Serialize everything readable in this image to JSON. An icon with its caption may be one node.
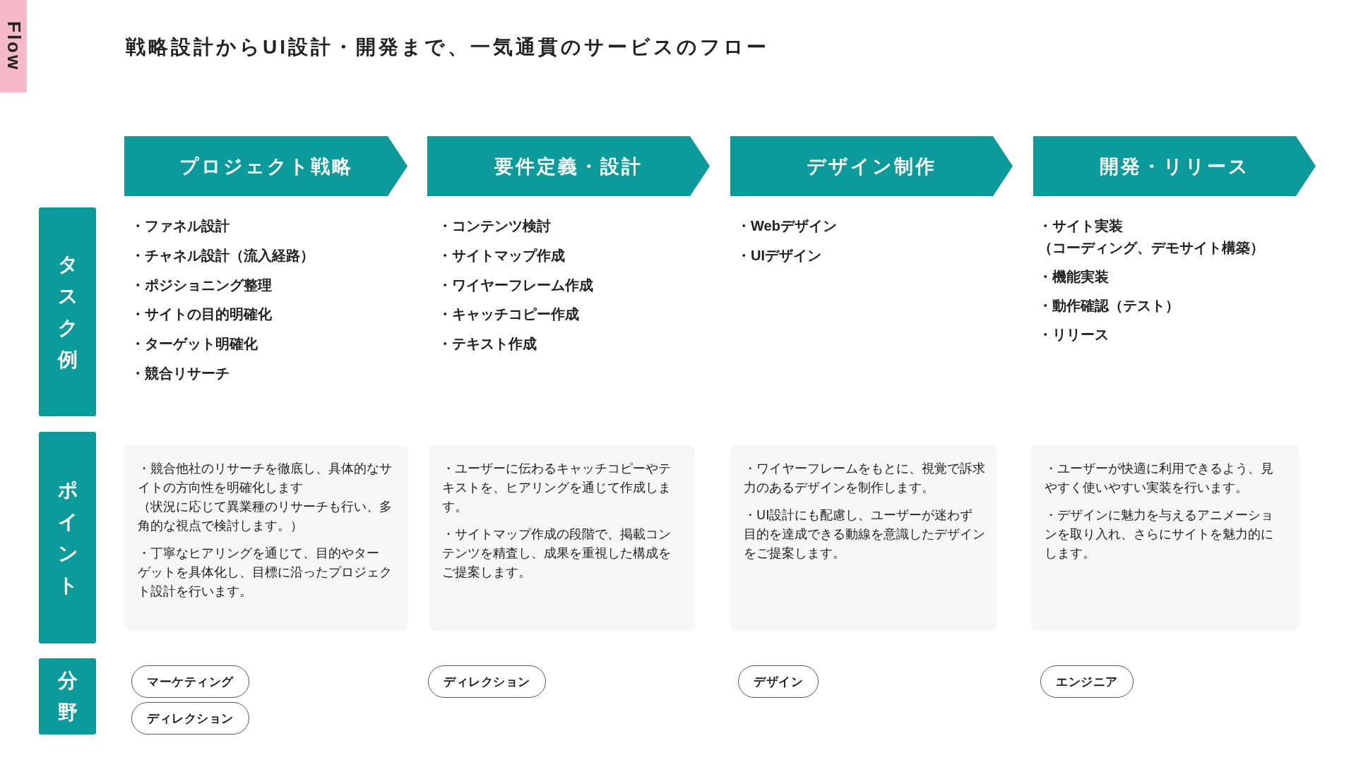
{
  "diagram": {
    "title": "戦略設計からUI設計・開発まで、一気通貫のサービスのフロー",
    "nodes": [
      {
        "text": [
          "Flow"
        ]
      },
      {
        "text": [
          "プロジェクト戦略"
        ]
      },
      {
        "text": [
          "要件定義・設計"
        ]
      },
      {
        "text": [
          "デザイン制作"
        ]
      },
      {
        "text": [
          "開発・リリース"
        ]
      },
      {
        "text": [
          "タスク例"
        ]
      },
      {
        "text": [
          "ポイント"
        ]
      },
      {
        "text": [
          "・競合他社のリサーチを徹底し、具体的なサイトの方向性を明確化します",
          "（状況に応じて異業種のリサーチも行い、多角的な視点で検討します。）",
          "・丁寧なヒアリングを通じて、目的やターゲットを具体化し、目標に沿ったプロジェクト設計を行います。"
        ]
      },
      {
        "text": [
          "・ユーザーに伝わるキャッチコピーやテキストを、ヒアリングを通じて作成します。",
          "・サイトマップ作成の段階で、掲載コンテンツを精査し、成果を重視した構成をご提案します。"
        ]
      },
      {
        "text": [
          "・ワイヤーフレームをもとに、視覚で訴求力のあるデザインを制作します。",
          "・UI設計にも配慮し、ユーザーが迷わず目的を達成できる動線を意識したデザインをご提案します。"
        ]
      },
      {
        "text": [
          "・ユーザーが快適に利用できるよう、見やすく使いやすい実装を行います。",
          "・デザインに魅力を与えるアニメーションを取り入れ、さらにサイトを魅力的にします。"
        ]
      },
      {
        "text": [
          "分野"
        ]
      },
      {
        "text": [
          "マーケティング"
        ]
      },
      {
        "text": [
          "ディレクション"
        ]
      },
      {
        "text": [
          "ディレクション"
        ]
      },
      {
        "text": [
          "デザイン"
        ]
      },
      {
        "text": [
          "エンジニア"
        ]
      }
    ],
    "labels": [
      "・ファネル設計",
      "・チャネル設計（流入経路）",
      "・ポジショニング整理",
      "・サイトの目的明確化",
      "・ターゲット明確化",
      "・競合リサーチ",
      "・コンテンツ検討",
      "・サイトマップ作成",
      "・ワイヤーフレーム作成",
      "・キャッチコピー作成",
      "・テキスト作成",
      "・Webデザイン",
      "・UIデザイン",
      "・サイト実装",
      "（コーディング、デモサイト構築）",
      "・機能実装",
      "・動作確認（テスト）",
      "・リリース"
    ]
  }
}
